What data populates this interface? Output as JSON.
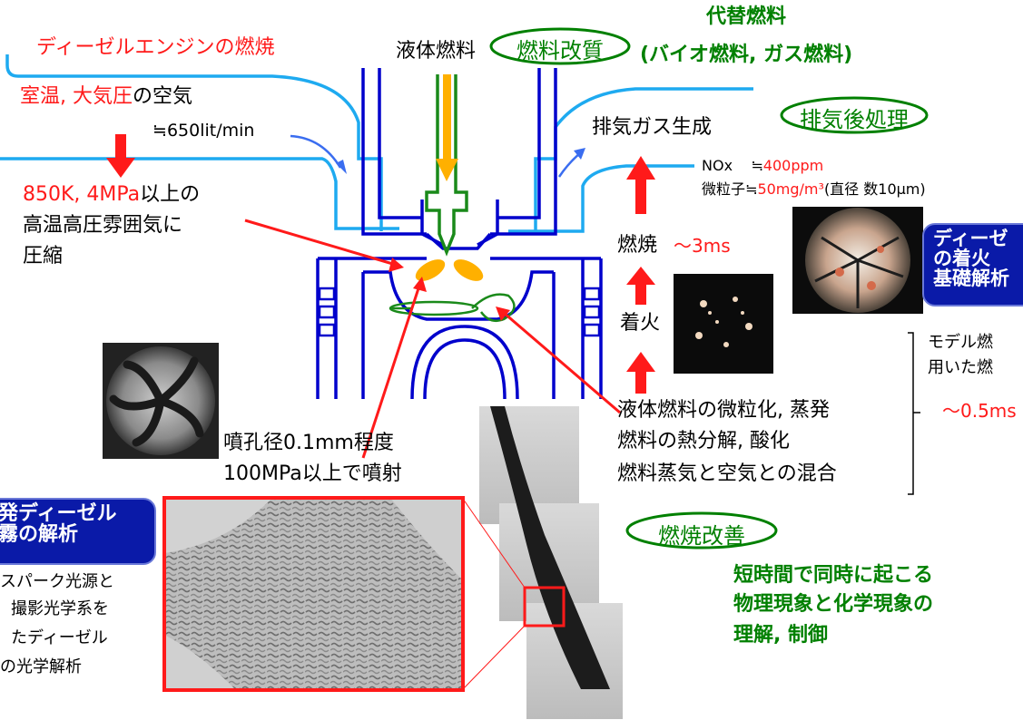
{
  "title_diesel": "ディーゼルエンジンの燃焼",
  "liquid_fuel": "液体燃料",
  "fuel_reforming": "燃料改質",
  "alt_fuel_title": "代替燃料",
  "alt_fuel_sub": "(バイオ燃料, ガス燃料)",
  "air_line_red": "室温, 大気圧",
  "air_line_black": "の空気",
  "air_flow": "≒650lit/min",
  "exhaust_gas": "排気ガス生成",
  "exhaust_treatment": "排気後処理",
  "nox_label": "NOx",
  "nox_approx": "≒",
  "nox_value": "400ppm",
  "pm_label": "微粒子≒",
  "pm_value": "50mg/m³",
  "pm_note": "(直径 数10μm)",
  "compress_red": "850K, 4MPa",
  "compress_black": "以上の",
  "compress_line2": "高温高圧雰囲気に",
  "compress_line3": "圧縮",
  "combustion": "燃焼",
  "combustion_time": "〜3ms",
  "ignition": "着火",
  "badge_right": [
    "ディーゼ",
    "の着火",
    "基礎解析"
  ],
  "model_line1": "モデル燃",
  "model_line2": "用いた燃",
  "model_time": "〜0.5ms",
  "nozzle_line1": "噴孔径0.1mm程度",
  "nozzle_line2": "100MPa以上で噴射",
  "process_line1": "液体燃料の微粒化, 蒸発",
  "process_line2": "燃料の熱分解, 酸化",
  "process_line3": "燃料蒸気と空気との混合",
  "combustion_improvement": "燃焼改善",
  "goal_line1": "短時間で同時に起こる",
  "goal_line2": "物理現象と化学現象の",
  "goal_line3": "理解, 制御",
  "badge_left": [
    "発ディーゼル",
    "霧の解析"
  ],
  "left_desc": [
    "スパーク光源と",
    "撮影光学系を",
    "たディーゼル",
    "の光学解析"
  ],
  "colors": {
    "red": "#ff1a1a",
    "green": "#008000",
    "engine_blue": "#0000cc",
    "air_blue": "#1eaaf0",
    "badge_blue": "#0a1aa8",
    "fuel_orange": "#ffb000"
  }
}
